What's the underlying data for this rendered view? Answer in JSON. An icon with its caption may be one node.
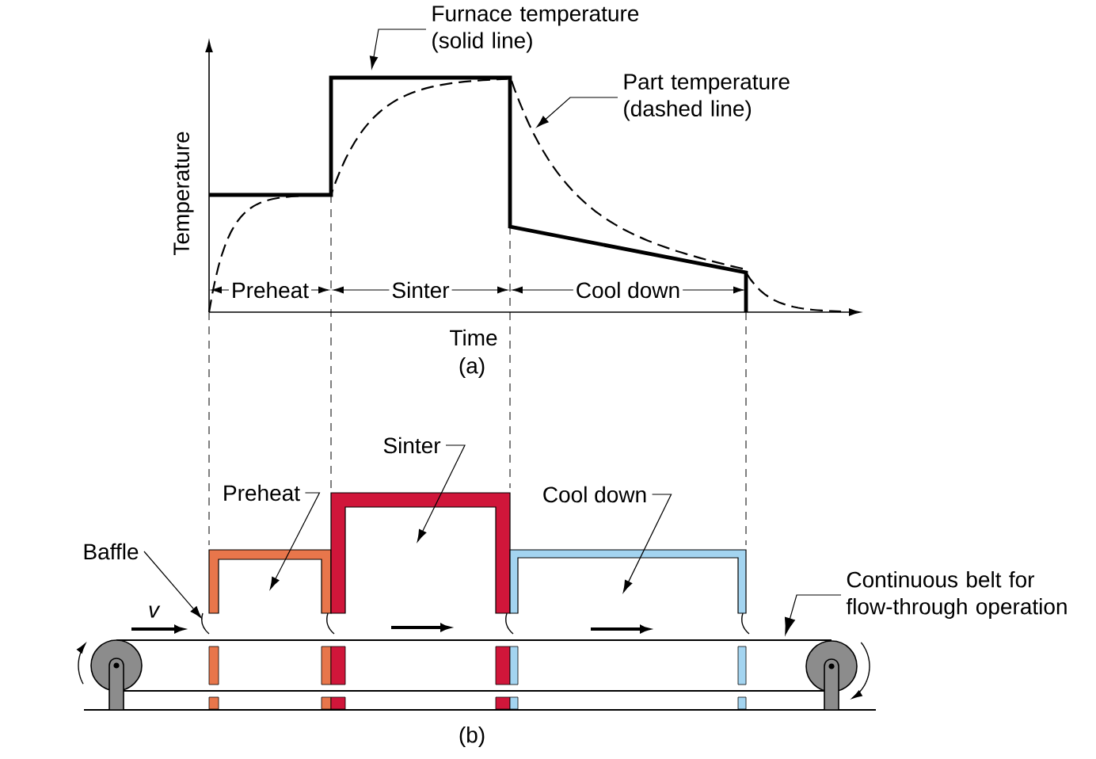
{
  "diagram": {
    "nodes": [
      {
        "text": [
          "Furnace temperature (solid line)"
        ]
      },
      {
        "text": [
          "Part temperature (dashed line)"
        ]
      },
      {
        "text": [
          "Sinter"
        ]
      },
      {
        "text": [
          "Preheat"
        ]
      },
      {
        "text": [
          "Cool down"
        ]
      },
      {
        "text": [],
        "shape": "box"
      },
      {
        "text": [],
        "shape": "box"
      },
      {
        "text": [],
        "shape": "box"
      },
      {
        "text": [
          "Baffle"
        ]
      },
      {
        "text": [
          "Continuous belt for flow-through operation"
        ]
      },
      {
        "text": [],
        "shape": "picture"
      },
      {
        "text": [],
        "shape": "picture"
      }
    ],
    "edges": [
      {
        "from": 0,
        "to": null,
        "arrow": "to"
      },
      {
        "from": 1,
        "to": null,
        "arrow": "to"
      },
      {
        "from": 2,
        "to": 6,
        "arrow": "to"
      },
      {
        "from": 3,
        "to": 5,
        "arrow": "to"
      },
      {
        "from": 4,
        "to": 7,
        "arrow": "to"
      },
      {
        "from": 8,
        "to": 10,
        "arrow": "to"
      },
      {
        "from": 9,
        "to": 11,
        "arrow": "to"
      }
    ],
    "labels": [
      "Temperature",
      "Preheat",
      "Sinter",
      "Cool down",
      "Time",
      "(a)",
      "v",
      "(b)"
    ]
  }
}
